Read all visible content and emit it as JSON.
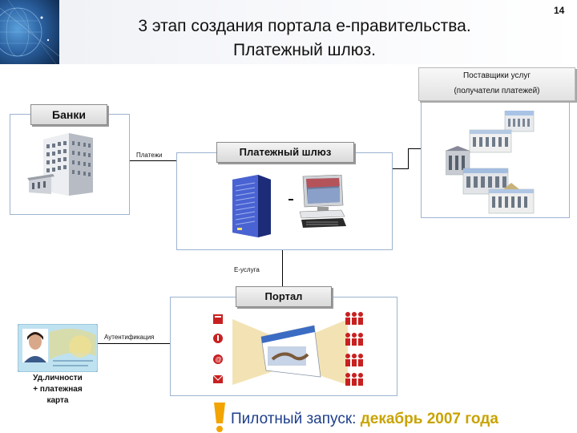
{
  "header": {
    "title_line1": "3 этап создания портала е-правительства.",
    "title_line2": "Платежный шлюз.",
    "page_number": "14"
  },
  "banks": {
    "label": "Банки"
  },
  "suppliers": {
    "line1": "Поставщики услуг",
    "line2": "(получатели платежей)"
  },
  "gateway": {
    "label": "Платежный шлюз"
  },
  "portal": {
    "label": "Портал"
  },
  "connectors": {
    "payments": "Платежи",
    "e_service": "Е-услуга",
    "authentication": "Аутентификация"
  },
  "id_card": {
    "line1": "Уд.личности",
    "line2": "+ платежная",
    "line3": "карта"
  },
  "footer": {
    "pilot_label": "Пилотный запуск:",
    "pilot_date": "декабрь 2007 года"
  },
  "colors": {
    "frame_border": "#9db3d0",
    "footer_blue": "#1e3f8c",
    "footer_gold": "#c9a300",
    "server_blue": "#3a55c8",
    "warning_orange": "#e8a000"
  }
}
